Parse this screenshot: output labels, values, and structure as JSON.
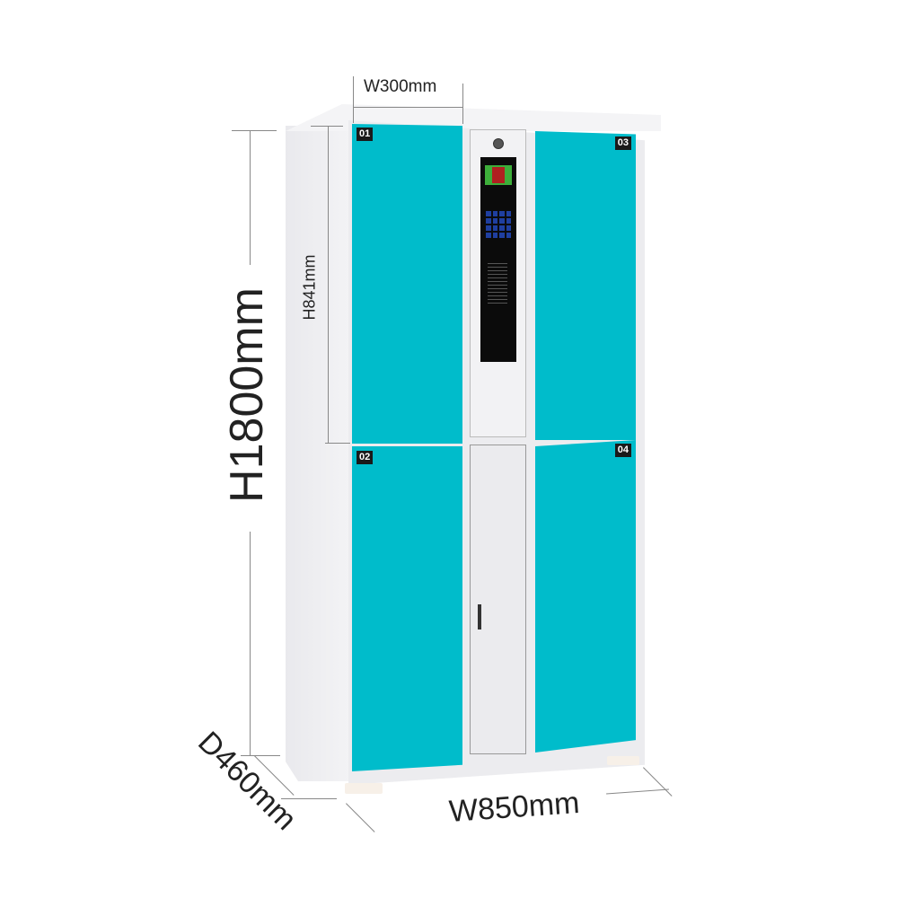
{
  "product": "Smart electronic locker cabinet",
  "colors": {
    "door": "#00bccb",
    "body": "#eeeef0",
    "panel": "#0a0a0a",
    "line": "#888888",
    "text": "#222222"
  },
  "dimensions": {
    "compartment_width": "W300mm",
    "compartment_height": "H841mm",
    "total_height": "H1800mm",
    "depth": "D460mm",
    "total_width": "W850mm"
  },
  "doors": [
    {
      "id": "01"
    },
    {
      "id": "02"
    },
    {
      "id": "03"
    },
    {
      "id": "04"
    }
  ],
  "control_panel": {
    "icon_screen": "display-screen",
    "icon_keypad": "keypad",
    "icon_lock": "lock-icon"
  }
}
